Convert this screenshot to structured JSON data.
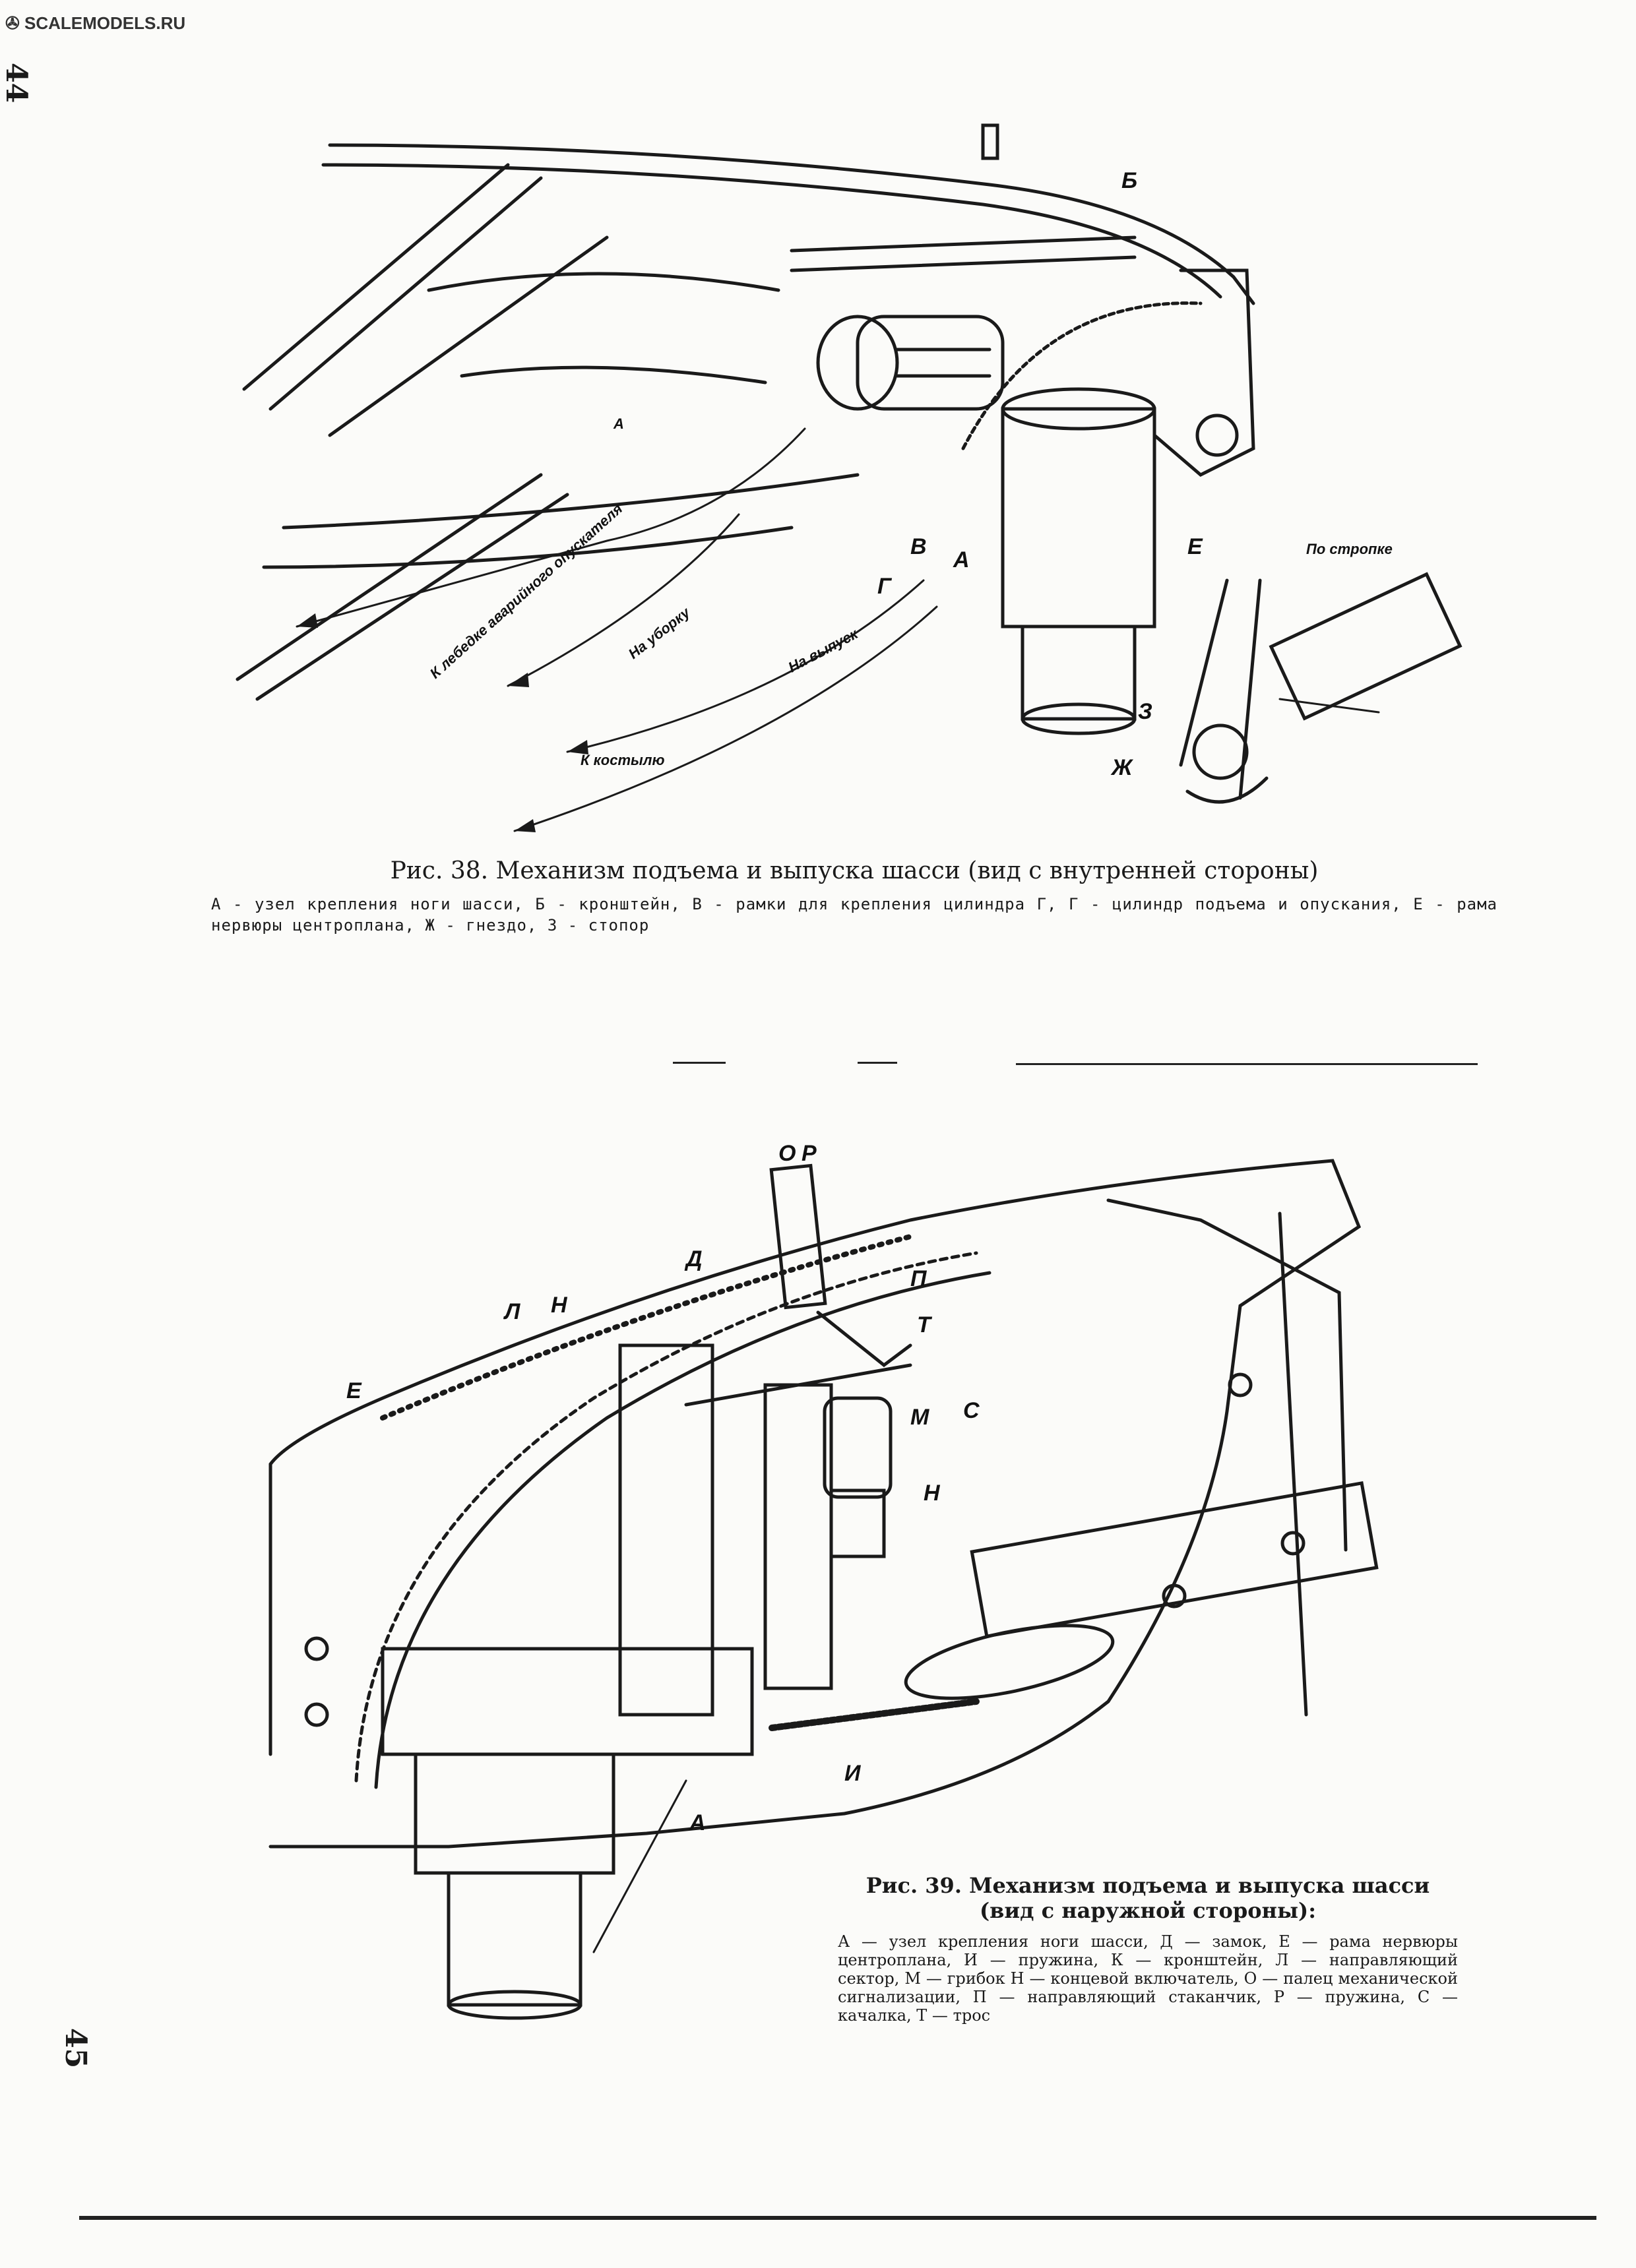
{
  "header": {
    "watermark": "SCALEMODELS.RU",
    "page_left": "44",
    "page_right": "45"
  },
  "figure38": {
    "caption_title": "Рис. 38. Механизм подъема и выпуска шасси (вид с внутренней стороны)",
    "caption_body": "А - узел крепления ноги шасси, Б - кронштейн, В - рамки для крепления цилиндра Г, Г - цилиндр подъема и опускания, Е - рама нервюры центроплана, Ж - гнездо, З - стопор",
    "labels": {
      "b": "Б",
      "v": "В",
      "a": "А",
      "g": "Г",
      "e": "Е",
      "z": "З",
      "zh": "Ж",
      "a_small": "А"
    },
    "directions": {
      "po_stropu": "По стропке",
      "k_lebedke": "К лебедке аварийного опускателя",
      "na_ubor": "На уборку",
      "na_vypusk": "На выпуск",
      "k_kostylyu": "К костылю"
    }
  },
  "figure39": {
    "caption_title": "Рис. 39. Механизм подъема и выпуска шасси (вид с наружной стороны):",
    "caption_body": "А — узел крепления ноги шасси, Д — замок, Е — рама нервюры центроплана, И — пружина, К — кронштейн, Л — направляющий сектор, М — грибок Н — концевой включатель, О — палец механической сигнализации, П — направляющий стаканчик, Р — пружина, С — качалка, Т — трос",
    "labels": {
      "o": "О",
      "r": "Р",
      "d": "Д",
      "p": "П",
      "t": "Т",
      "l": "Л",
      "n_top": "Н",
      "e": "Е",
      "s": "С",
      "m": "М",
      "n_right": "Н",
      "i": "И",
      "a": "А"
    }
  },
  "colors": {
    "ink": "#1a1a1a",
    "paper": "#fbfbf9"
  },
  "icons": {
    "watermark_logo": "propeller-logo-icon"
  }
}
